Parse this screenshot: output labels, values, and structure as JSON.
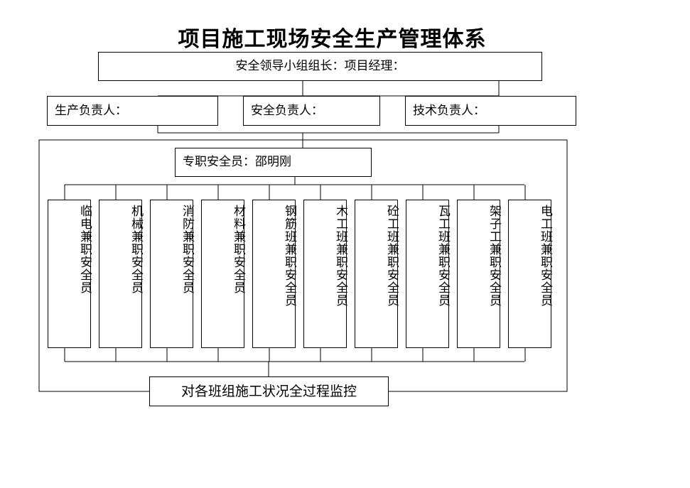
{
  "title": "项目施工现场安全生产管理体系",
  "leader": "安全领导小组组长：项目经理：",
  "managers": [
    "生产负责人：",
    "安全负责人：",
    "技术负责人："
  ],
  "safety_officer": "专职安全员：邵明刚",
  "team_officers": [
    "临电兼职安全员",
    "机械兼职安全员",
    "消防兼职安全员",
    "材料兼职安全员",
    "钢筋班兼职安全员",
    "木工班兼职安全员",
    "砼工班兼职安全员",
    "瓦工班兼职安全员",
    "架子工兼职安全员",
    "电工班兼职安全员"
  ],
  "monitor": "对各班组施工状况全过程监控"
}
